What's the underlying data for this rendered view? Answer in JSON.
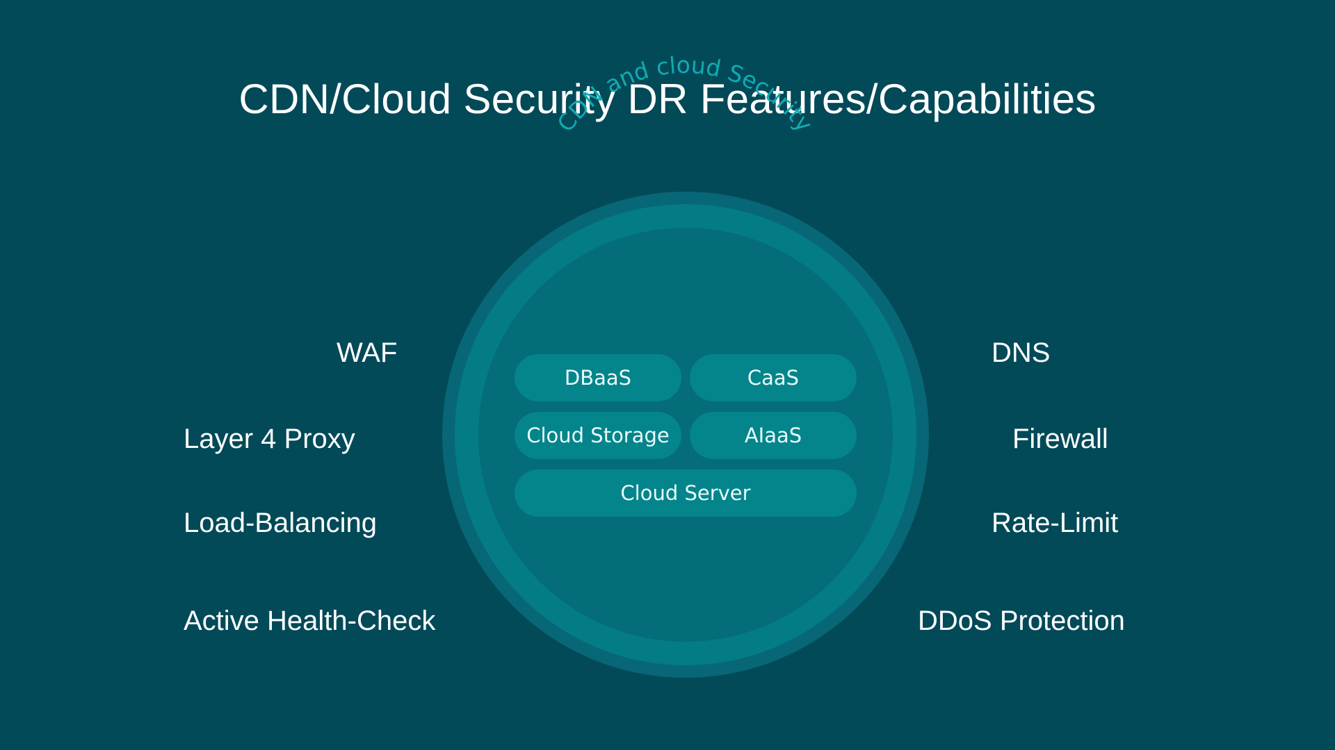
{
  "slide": {
    "title": "CDN/Cloud Security DR Features/Capabilities"
  },
  "circle": {
    "label": "CDN and cloud Security",
    "services": [
      "DBaaS",
      "CaaS",
      "Cloud Storage",
      "AIaaS",
      "Cloud Server"
    ]
  },
  "features": {
    "left": [
      "WAF",
      "Layer 4 Proxy",
      "Load-Balancing",
      "Active Health-Check"
    ],
    "right": [
      "DNS",
      "Firewall",
      "Rate-Limit",
      "DDoS Protection"
    ]
  },
  "colors": {
    "background": "#034a59",
    "outer_ring": "#086776",
    "middle_ring": "#037c86",
    "inner_disc": "#056c79",
    "pill": "#03858b",
    "accent_text": "#12aab2"
  }
}
